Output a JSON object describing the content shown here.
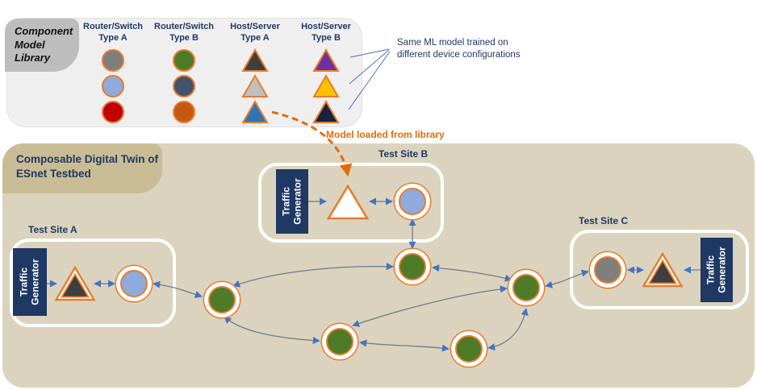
{
  "palette": {
    "shape_outline_orange": "#E87D2B",
    "accent_orange_text": "#E36C09",
    "navy_text": "#1F3864",
    "edge_line": "#6E7B8A",
    "arrowhead_blue": "#4472C4",
    "library_bg": "#F0EFEF",
    "library_header_bg": "#BDBDBD",
    "twin_bg": "#DBD3BD",
    "twin_header_bg": "#C9BC95",
    "traffic_generator_bg": "#1F3864"
  },
  "library": {
    "title": "Component Model Library",
    "columns": [
      {
        "line1": "Router/Switch",
        "line2": "Type A",
        "shape": "circle",
        "colors": [
          "#7F7F7F",
          "#8FAADC",
          "#C00000"
        ]
      },
      {
        "line1": "Router/Switch",
        "line2": "Type B",
        "shape": "circle",
        "colors": [
          "#4E7B28",
          "#44546A",
          "#C55A11"
        ]
      },
      {
        "line1": "Host/Server",
        "line2": "Type A",
        "shape": "triangle",
        "colors": [
          "#3F3F3F",
          "#BFBFBF",
          "#2E75B6"
        ]
      },
      {
        "line1": "Host/Server",
        "line2": "Type B",
        "shape": "triangle",
        "colors": [
          "#7030A0",
          "#FFC000",
          "#17233F"
        ]
      }
    ],
    "annotation": "Same ML model trained on different device configurations"
  },
  "twin": {
    "title": "Composable Digital Twin of ESnet Testbed",
    "loaded_label": "Model loaded from library",
    "sites": [
      {
        "name": "Test Site A",
        "generator": "Traffic Generator",
        "host_model_color": "#3F3F3F",
        "switch_model_color": "#8FAADC"
      },
      {
        "name": "Test Site B",
        "generator": "Traffic Generator",
        "host_model_color": "#FFFFFF",
        "switch_model_color": "#8FAADC"
      },
      {
        "name": "Test Site C",
        "generator": "Traffic Generator",
        "host_model_color": "#3F3F3F",
        "switch_model_color": "#7F7F7F"
      }
    ],
    "core_node_count": 5,
    "core_node_color": "#4E7B28"
  }
}
